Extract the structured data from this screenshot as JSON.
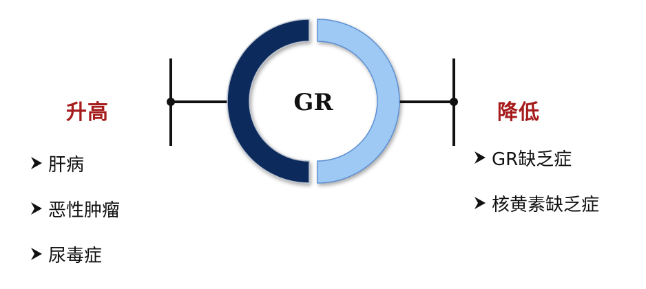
{
  "center_label": "GR",
  "left": {
    "title": "升高",
    "items": [
      "肝病",
      "恶性肿瘤",
      "尿毒症"
    ]
  },
  "right": {
    "title": "降低",
    "items": [
      "GR缺乏症",
      "核黄素缺乏症"
    ]
  },
  "colors": {
    "ring_left": "#0f2a5c",
    "ring_right": "#9ec9f5",
    "ring_border": "#b9c3cf",
    "line": "#111111",
    "title": "#a61b1b",
    "text": "#111111"
  },
  "icons": {
    "bullet": "arrow-bullet-icon"
  }
}
